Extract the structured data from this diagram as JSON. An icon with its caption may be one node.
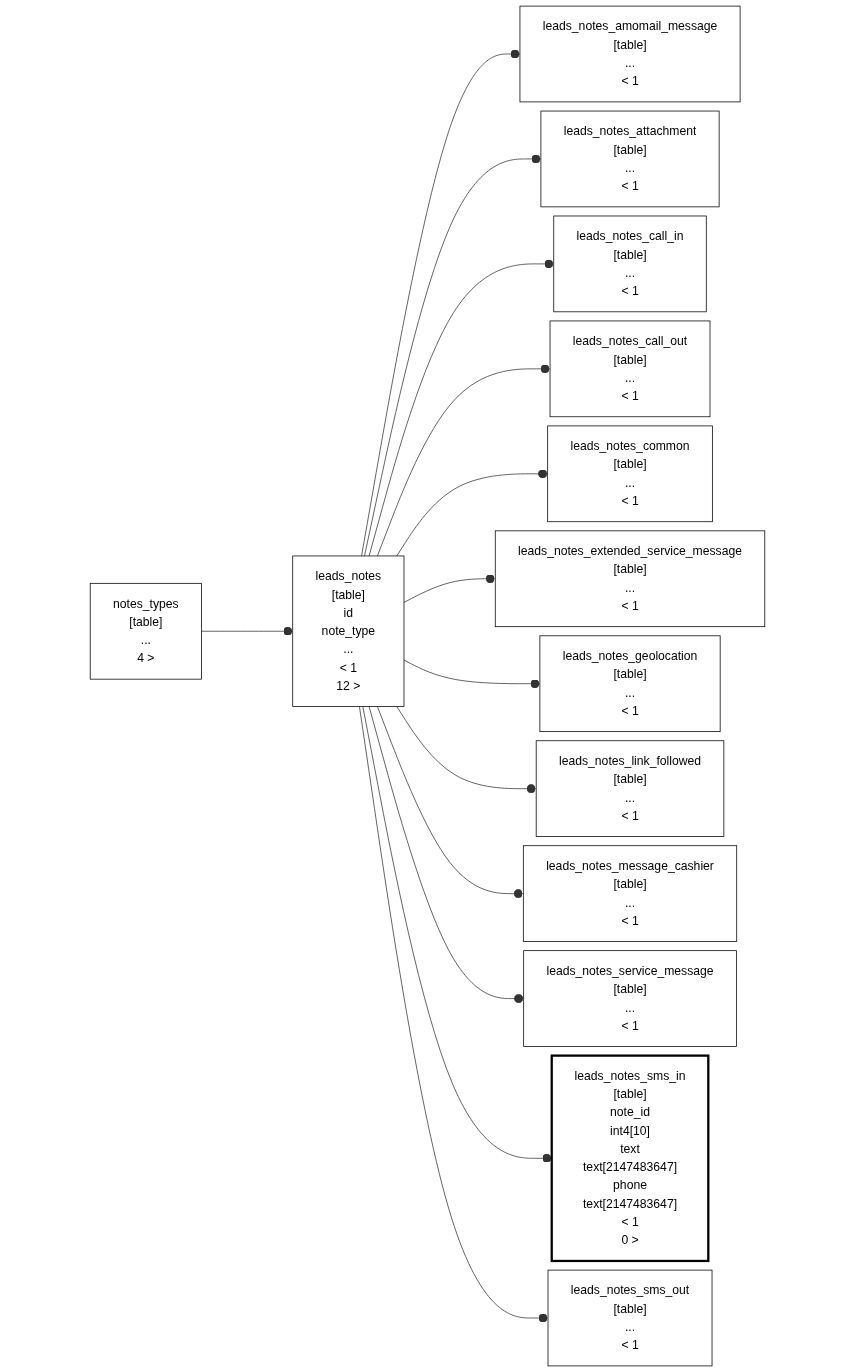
{
  "diagram": {
    "nodes": [
      {
        "text": [
          "notes_types",
          "[table]",
          "...",
          "4 >"
        ]
      },
      {
        "text": [
          "leads_notes",
          "[table]",
          "id",
          "note_type",
          "...",
          "< 1",
          "12 >"
        ]
      },
      {
        "text": [
          "leads_notes_amomail_message",
          "[table]",
          "...",
          "< 1"
        ]
      },
      {
        "text": [
          "leads_notes_attachment",
          "[table]",
          "...",
          "< 1"
        ]
      },
      {
        "text": [
          "leads_notes_call_in",
          "[table]",
          "...",
          "< 1"
        ]
      },
      {
        "text": [
          "leads_notes_call_out",
          "[table]",
          "...",
          "< 1"
        ]
      },
      {
        "text": [
          "leads_notes_common",
          "[table]",
          "...",
          "< 1"
        ]
      },
      {
        "text": [
          "leads_notes_extended_service_message",
          "[table]",
          "...",
          "< 1"
        ]
      },
      {
        "text": [
          "leads_notes_geolocation",
          "[table]",
          "...",
          "< 1"
        ]
      },
      {
        "text": [
          "leads_notes_link_followed",
          "[table]",
          "...",
          "< 1"
        ]
      },
      {
        "text": [
          "leads_notes_message_cashier",
          "[table]",
          "...",
          "< 1"
        ]
      },
      {
        "text": [
          "leads_notes_service_message",
          "[table]",
          "...",
          "< 1"
        ]
      },
      {
        "text": [
          "leads_notes_sms_in",
          "[table]",
          "note_id",
          "int4[10]",
          "text",
          "text[2147483647]",
          "phone",
          "text[2147483647]",
          "< 1",
          "0 >"
        ]
      },
      {
        "text": [
          "leads_notes_sms_out",
          "[table]",
          "...",
          "< 1"
        ]
      }
    ],
    "edges": [
      {
        "from": 0,
        "to": 1,
        "arrow": "other"
      },
      {
        "from": 1,
        "to": 2,
        "arrow": "other"
      },
      {
        "from": 1,
        "to": 3,
        "arrow": "other"
      },
      {
        "from": 1,
        "to": 4,
        "arrow": "other"
      },
      {
        "from": 1,
        "to": 5,
        "arrow": "other"
      },
      {
        "from": 1,
        "to": 6,
        "arrow": "other"
      },
      {
        "from": 1,
        "to": 7,
        "arrow": "other"
      },
      {
        "from": 1,
        "to": 8,
        "arrow": "other"
      },
      {
        "from": 1,
        "to": 9,
        "arrow": "other"
      },
      {
        "from": 1,
        "to": 10,
        "arrow": "other"
      },
      {
        "from": 1,
        "to": 11,
        "arrow": "other"
      },
      {
        "from": 1,
        "to": 12,
        "arrow": "other"
      },
      {
        "from": 1,
        "to": 13,
        "arrow": "other"
      }
    ]
  }
}
